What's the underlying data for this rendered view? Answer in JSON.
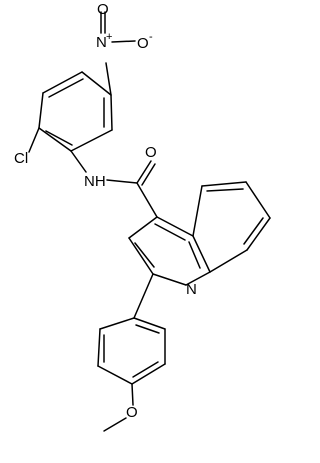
{
  "atoms": {
    "nitro_n": "N",
    "nitro_n_charge": "+",
    "nitro_o_top": "O",
    "nitro_o_right": "O",
    "nitro_o_right_charge": "-",
    "chloro": "Cl",
    "amide_nh": "NH",
    "amide_o": "O",
    "quinoline_n": "N",
    "methoxy_o": "O"
  },
  "colors": {
    "bond": "#000000",
    "label": "#000000",
    "background": "#ffffff"
  }
}
